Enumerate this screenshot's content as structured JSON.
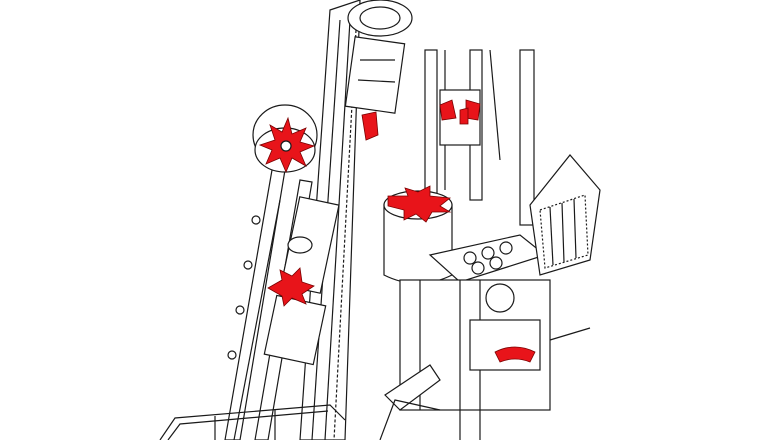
{
  "illustration": {
    "colors": {
      "background": "#ffffff",
      "line": "#1a1a1a",
      "highlight": "#e8141a"
    },
    "icons": [
      "drill-rig-mast-left",
      "drill-rig-mast-right",
      "pipe-handler-highlight",
      "work-basket"
    ]
  }
}
